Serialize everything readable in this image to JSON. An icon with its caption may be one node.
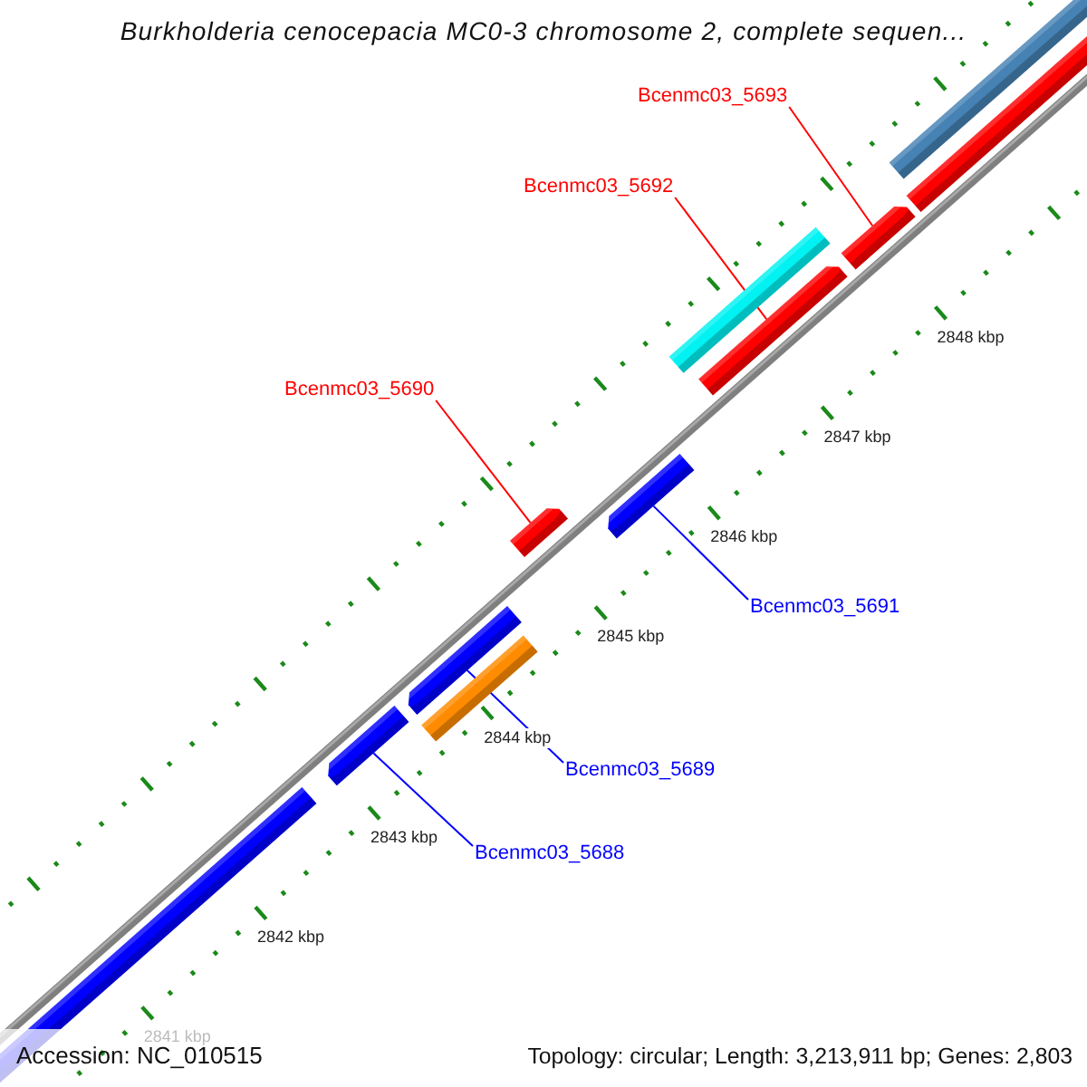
{
  "diagram": {
    "title": "Burkholderia cenocepacia MC0-3 chromosome 2, complete sequen...",
    "nodes": [
      {
        "text": [
          "Bcenmc03_5693"
        ]
      },
      {
        "text": [],
        "shape": "bar"
      },
      {
        "text": [],
        "shape": "bar"
      },
      {
        "text": [],
        "shape": "bar"
      },
      {
        "text": [
          "Bcenmc03_5692"
        ]
      },
      {
        "text": [],
        "shape": "bar"
      },
      {
        "text": [],
        "shape": "bar"
      },
      {
        "text": [
          "Bcenmc03_5690"
        ]
      },
      {
        "text": [],
        "shape": "bar"
      },
      {
        "text": [],
        "shape": "bar"
      },
      {
        "text": [
          "Bcenmc03_5691"
        ]
      },
      {
        "text": [],
        "shape": "bar"
      },
      {
        "text": [],
        "shape": "bar"
      },
      {
        "text": [
          "Bcenmc03_5689"
        ]
      },
      {
        "text": [],
        "shape": "bar"
      },
      {
        "text": [
          "Bcenmc03_5688"
        ]
      },
      {
        "text": [],
        "shape": "bar"
      }
    ],
    "edges": [
      {
        "from": 0,
        "to": 3,
        "arrow": "none",
        "color": "#ff0000"
      },
      {
        "from": 4,
        "to": 6,
        "arrow": "none",
        "color": "#ff0000"
      },
      {
        "from": 7,
        "to": 8,
        "arrow": "none",
        "color": "#ff0000"
      },
      {
        "from": 10,
        "to": 9,
        "arrow": "none",
        "color": "#0000ff"
      },
      {
        "from": 13,
        "to": 11,
        "arrow": "none",
        "color": "#0000ff"
      },
      {
        "from": 15,
        "to": 14,
        "arrow": "none",
        "color": "#0000ff"
      }
    ],
    "labels": [
      "2848 kbp",
      "2847 kbp",
      "2846 kbp",
      "2845 kbp",
      "2844 kbp",
      "2843 kbp",
      "2842 kbp",
      "2841 kbp",
      "Accession: NC_010515",
      "Topology: circular; Length: 3,213,911 bp; Genes: 2,803"
    ]
  }
}
